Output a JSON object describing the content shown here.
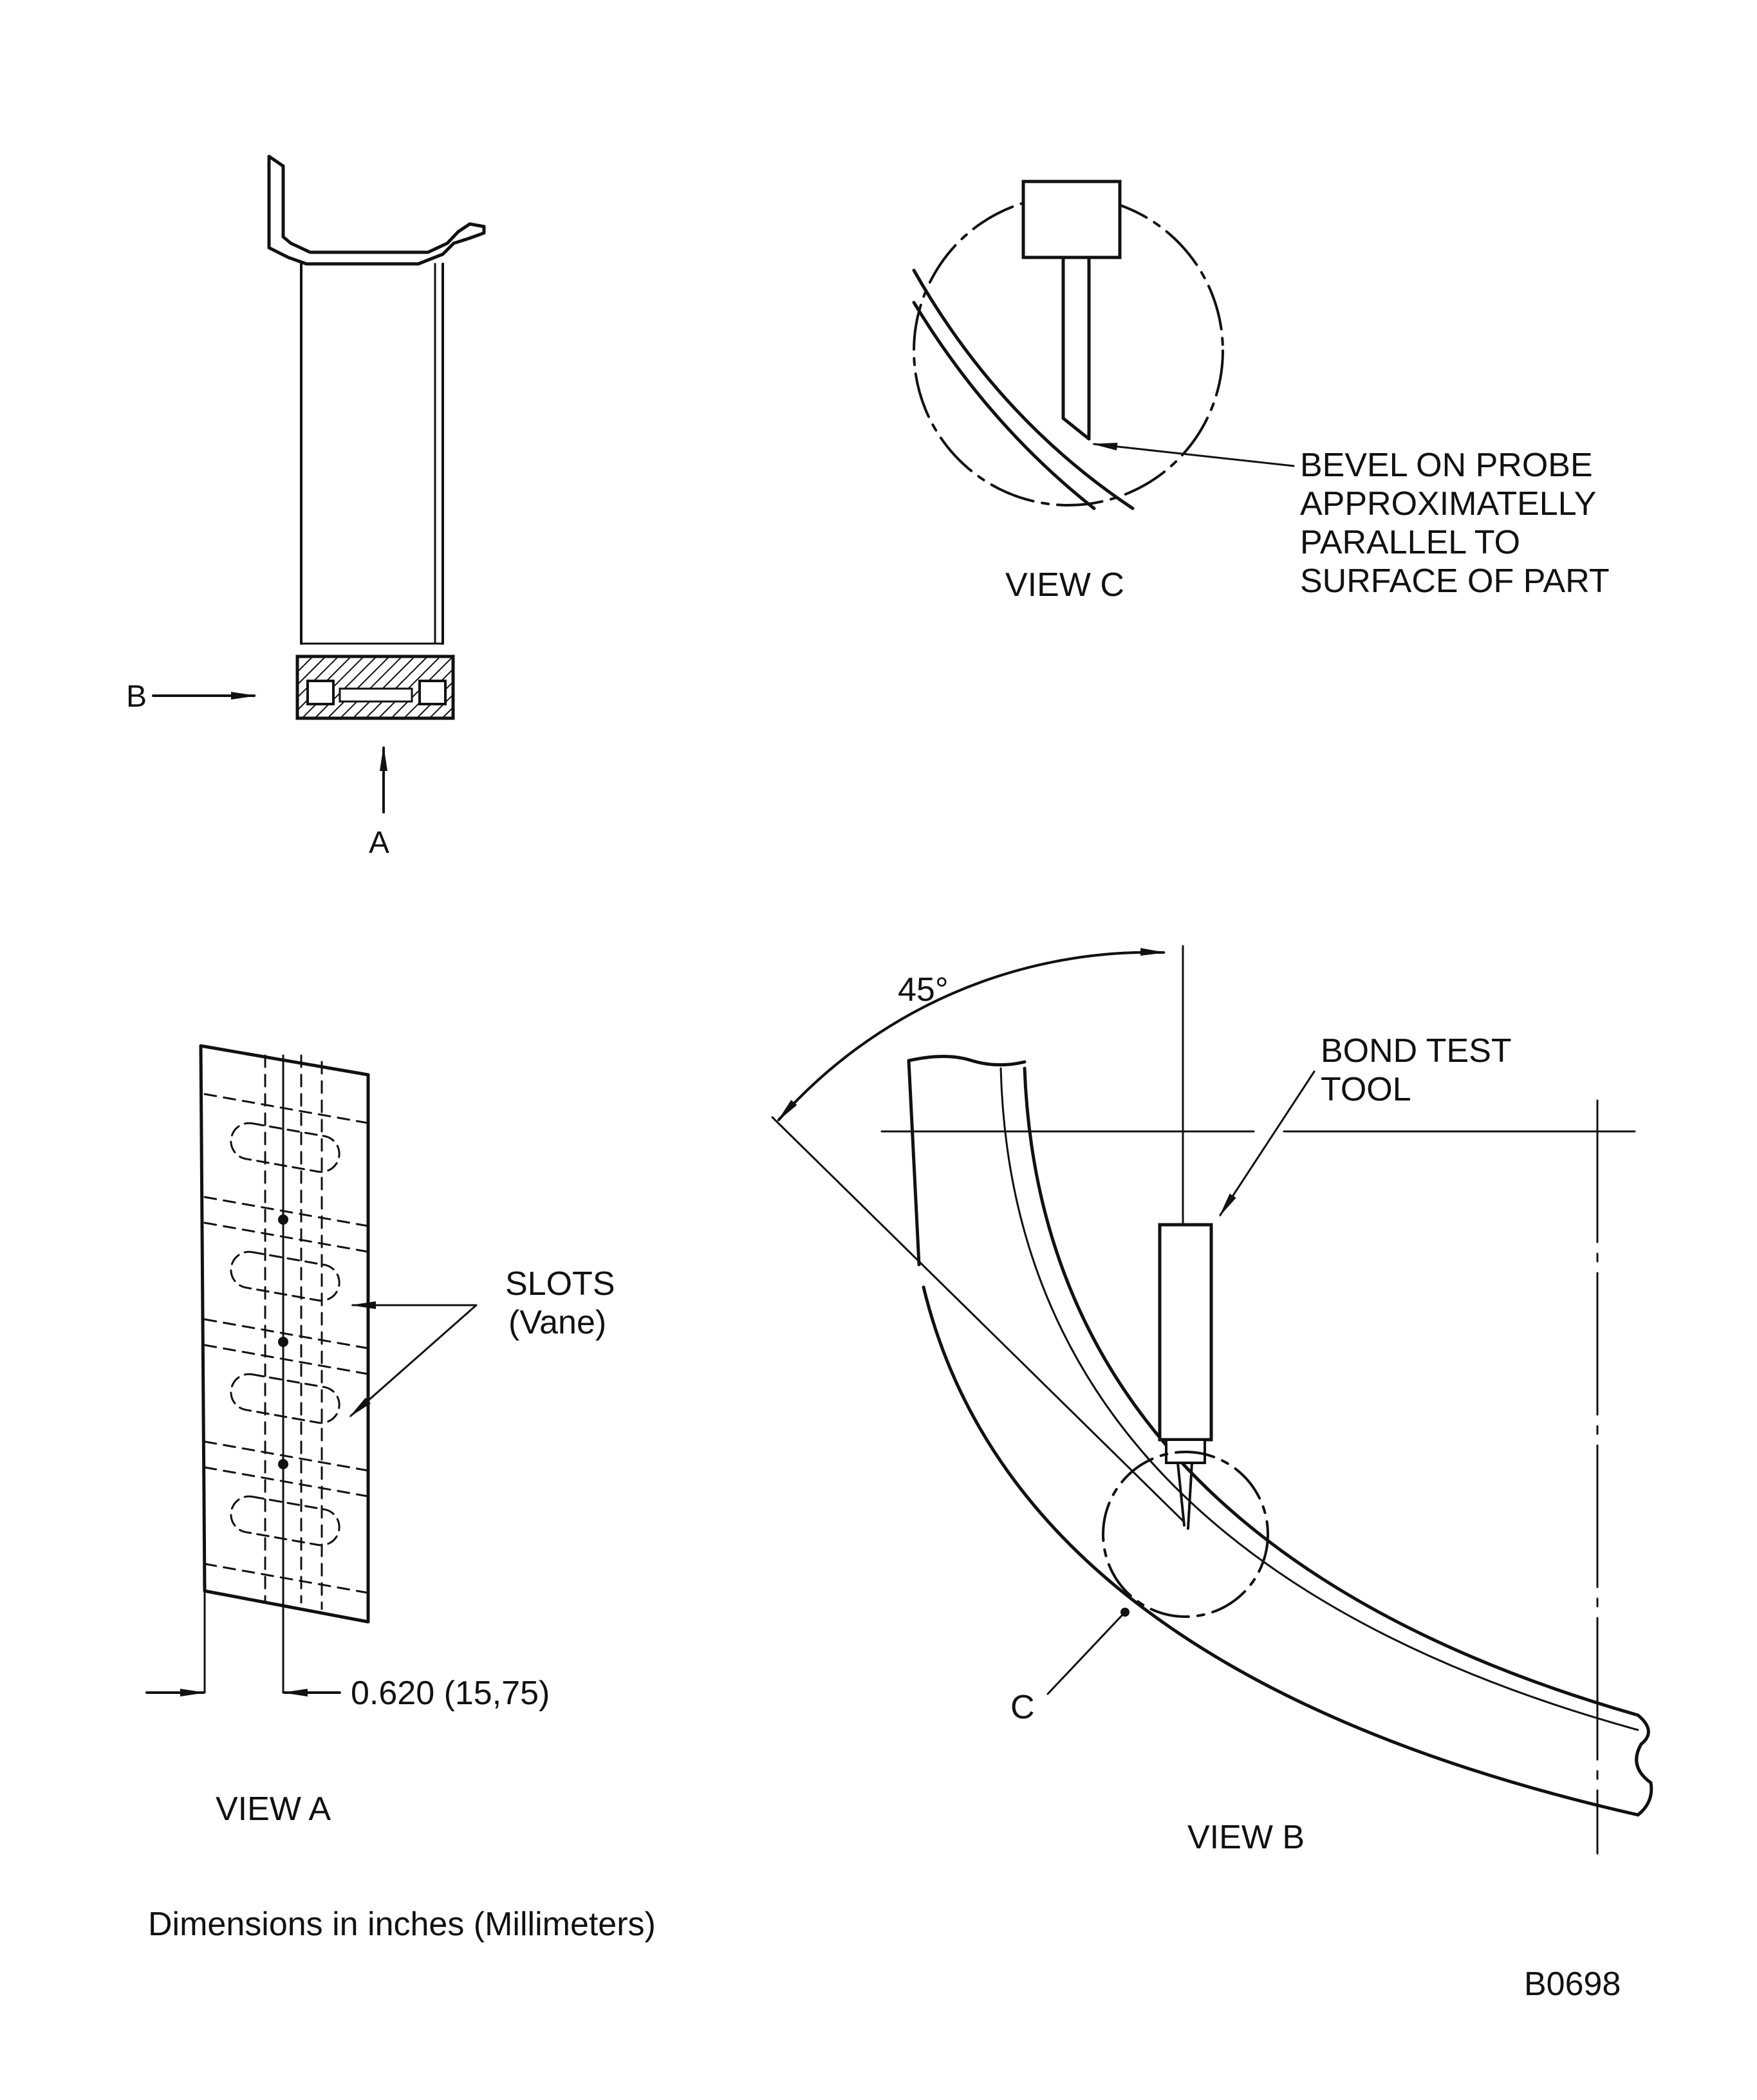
{
  "colors": {
    "ink": "#111111",
    "paper": "#ffffff"
  },
  "figure_id": "B0698",
  "note": "Dimensions in inches (Millimeters)",
  "side_view": {
    "arrow_b": "B",
    "arrow_a": "A"
  },
  "view_c": {
    "title": "VIEW C",
    "callout": [
      "BEVEL ON PROBE",
      "APPROXIMATELLY",
      "PARALLEL TO",
      "SURFACE OF PART"
    ]
  },
  "view_a": {
    "title": "VIEW A",
    "slots_label": [
      "SLOTS",
      "(Vane)"
    ],
    "dimension": "0.620  (15,75)"
  },
  "view_b": {
    "title": "VIEW B",
    "angle": "45°",
    "tool_label": [
      "BOND TEST",
      "TOOL"
    ],
    "detail_label": "C"
  }
}
